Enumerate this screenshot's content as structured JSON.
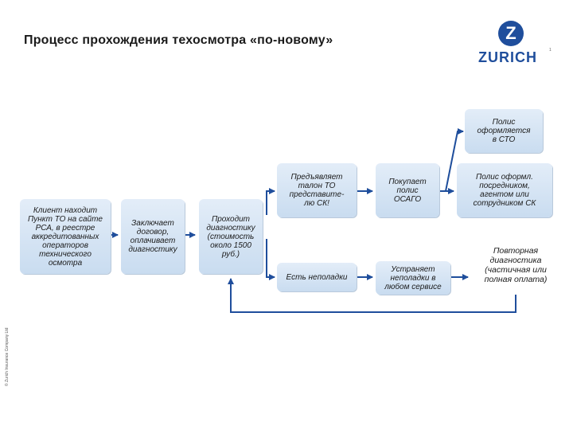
{
  "header": {
    "title": "Процесс прохождения техосмотра «по-новому»",
    "logo_letter": "Z",
    "logo_text": "ZURICH",
    "logo_mark": "1"
  },
  "footer": {
    "copyright": "© Zurich Insurance Company Ltd"
  },
  "nodes": {
    "client": "Клиент находит\nПункт ТО на сайте\nРСА, в реестре\nаккредитованных\nоператоров\nтехнического\nосмотра",
    "contract": "Заключает\nдоговор,\nоплачивает\nдиагностику",
    "diagnostics": "Проходит\nдиагностику\n(стоимость\nоколо 1500\nруб.)",
    "present_coupon": "Предъявляет\nталон ТО\nпредставите-\nлю СК!",
    "faults": "Есть неполадки",
    "buy_policy": "Покупает\nполис\nОСАГО",
    "fix_faults": "Устраняет\nнеполадки в\nлюбом сервисе",
    "policy_sto": "Полис\nоформляется\nв СТО",
    "policy_agent": "Полис оформл.\nпосредником,\nагентом или\nсотрудником СК",
    "repeat_diag": "Повторная\nдиагностика\n(частичная или\nполная оплата)"
  }
}
